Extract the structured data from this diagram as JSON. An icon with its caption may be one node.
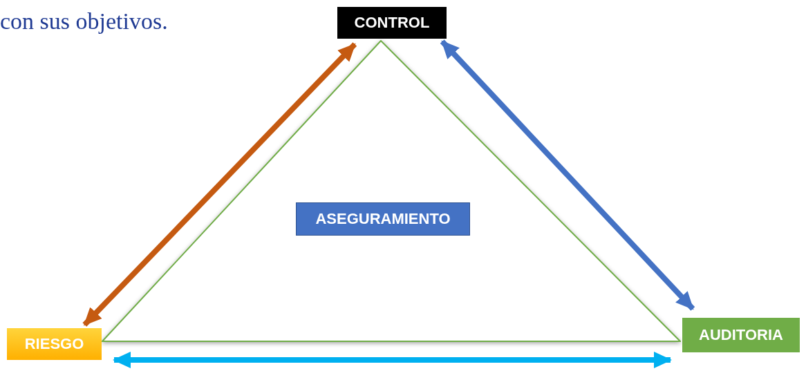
{
  "diagram": {
    "nodes": [
      {
        "text": [
          "CONTROL"
        ]
      },
      {
        "text": [],
        "shape": "triangle"
      },
      {
        "text": [
          "ASEGURAMIENTO"
        ],
        "in": 1
      },
      {
        "text": [
          "RIESGO"
        ]
      },
      {
        "text": [
          "AUDITORIA"
        ]
      }
    ],
    "edges": [
      {
        "from": 0,
        "to": 3,
        "arrow": "both",
        "color": "#c55a11"
      },
      {
        "from": 0,
        "to": 4,
        "arrow": "both",
        "color": "#4472c4"
      },
      {
        "from": 3,
        "to": 4,
        "arrow": "both",
        "color": "#00b0f0"
      }
    ],
    "labels": [
      "con sus objetivos."
    ]
  }
}
